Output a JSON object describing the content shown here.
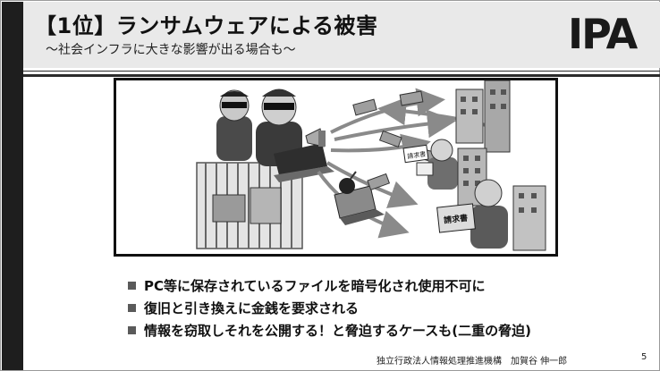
{
  "slide": {
    "title": "【1位】ランサムウェアによる被害",
    "subtitle": "～社会インフラに大きな影響が出る場合も～",
    "logo_text": "IPA",
    "bullets": [
      "PC等に保存されているファイルを暗号化され使用不可に",
      "復旧と引き換えに金銭を要求される",
      "情報を窃取しそれを公開する！と脅迫するケースも(二重の脅迫)"
    ],
    "footer": "独立行政法人情報処理推進機構　加賀谷 伸一郎",
    "page_number": "5"
  },
  "illustration": {
    "ransom_notes": [
      "請求書",
      "請求書"
    ]
  },
  "colors": {
    "left_bar": "#1e1e1e",
    "header_band": "#e9e9e9",
    "text": "#111111",
    "bullet_mark": "#5a5a5a"
  }
}
